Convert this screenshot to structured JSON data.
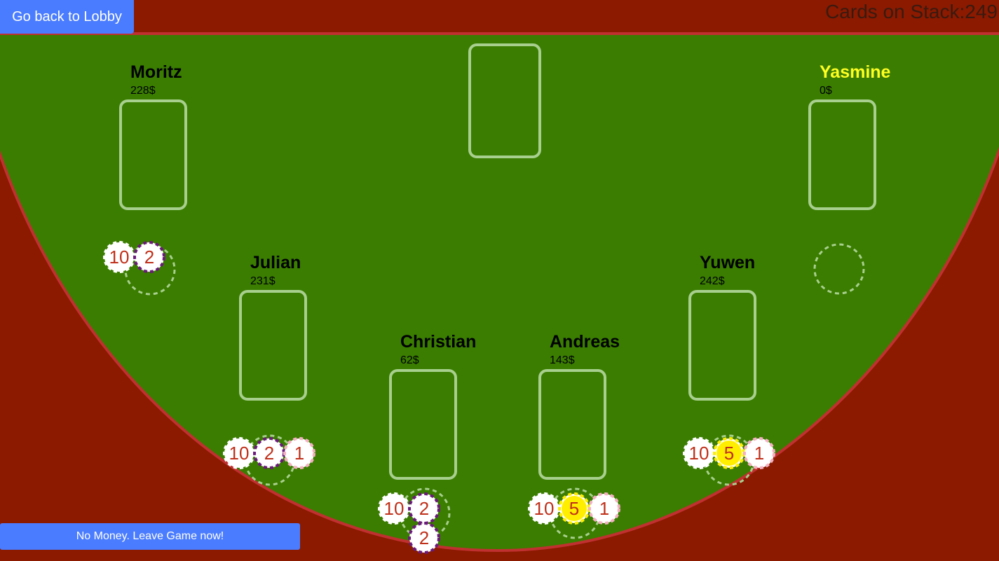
{
  "header": {
    "lobby_button": "Go back to Lobby",
    "stack_counter": "Cards on Stack:249"
  },
  "footer": {
    "leave_button": "No Money. Leave Game now!"
  },
  "colors": {
    "background": "#8b1a00",
    "table_felt": "#3a7d00",
    "table_rim": "#c03030",
    "card_outline": "#a8cf8e",
    "active_player": "#ffff22",
    "button": "#4a7cff",
    "chip_10": "#ffffff",
    "chip_5": "#ffee00",
    "chip_2": "#6a1a7a",
    "chip_1": "#f4b0c0"
  },
  "players": [
    {
      "id": "moritz",
      "name": "Moritz",
      "money": "228$",
      "active": false,
      "chips": [
        "10",
        "2"
      ]
    },
    {
      "id": "julian",
      "name": "Julian",
      "money": "231$",
      "active": false,
      "chips": [
        "10",
        "2",
        "1"
      ]
    },
    {
      "id": "christian",
      "name": "Christian",
      "money": "62$",
      "active": false,
      "chips": [
        "10",
        "2",
        "2"
      ]
    },
    {
      "id": "andreas",
      "name": "Andreas",
      "money": "143$",
      "active": false,
      "chips": [
        "10",
        "5",
        "1"
      ]
    },
    {
      "id": "yuwen",
      "name": "Yuwen",
      "money": "242$",
      "active": false,
      "chips": [
        "10",
        "5",
        "1"
      ]
    },
    {
      "id": "yasmine",
      "name": "Yasmine",
      "money": "0$",
      "active": true,
      "chips": []
    }
  ]
}
